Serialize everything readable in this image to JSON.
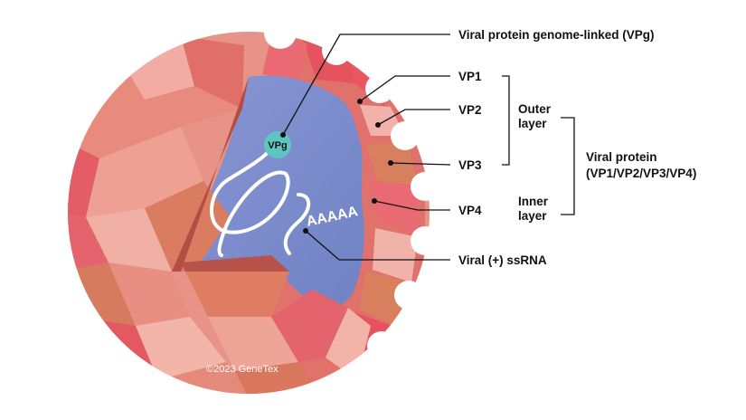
{
  "labels": {
    "vpg_full": "Viral protein genome-linked (VPg)",
    "vp1": "VP1",
    "vp2": "VP2",
    "vp3": "VP3",
    "vp4": "VP4",
    "outer_layer": [
      "Outer",
      "layer"
    ],
    "inner_layer": [
      "Inner",
      "layer"
    ],
    "viral_protein": [
      "Viral protein",
      "(VP1/VP2/VP3/VP4)"
    ],
    "ssrna": "Viral (+) ssRNA",
    "vpg_bubble": "VPg",
    "polya": "AAAAA",
    "copyright": "©2023 GeneTex"
  },
  "colors": {
    "vp1": "#e5535f",
    "vp2": "#f1b2aa",
    "vp3": "#d8805d",
    "vp4": "#ea6a74",
    "interior": "#7f8fce",
    "vpg": "#5fc5c1",
    "rna": "#ffffff"
  }
}
